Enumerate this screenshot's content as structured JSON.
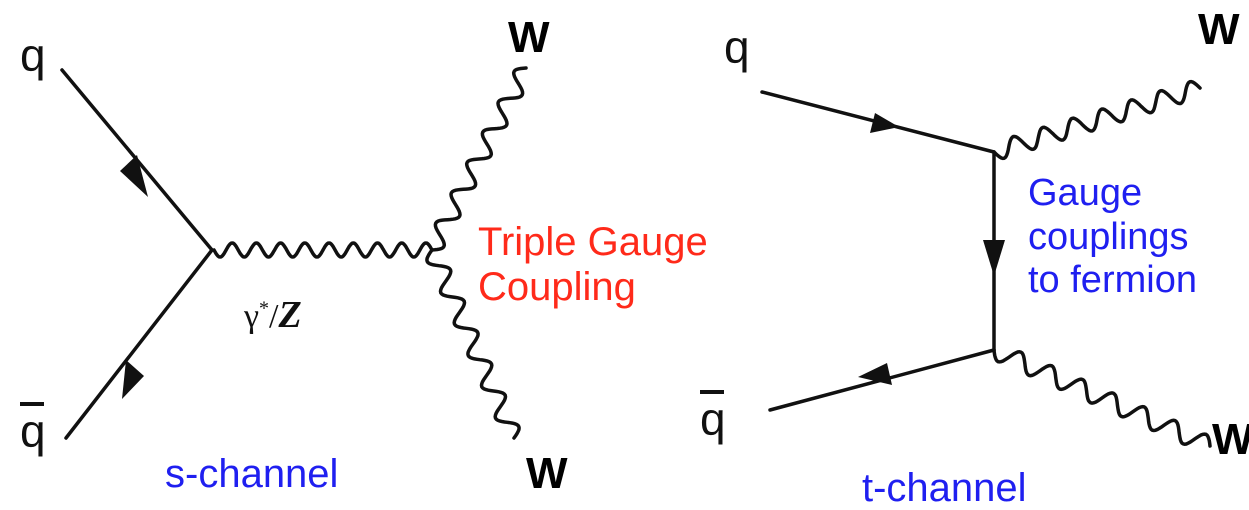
{
  "s_channel": {
    "quark_in": "q",
    "antiquark_in": "q",
    "boson_top_label": "W",
    "boson_bottom_label": "W",
    "propagator": {
      "gamma": "γ",
      "star": "*",
      "sep": "/",
      "z": "Z"
    },
    "coupling_label": [
      "Triple Gauge",
      "Coupling"
    ],
    "channel_label": "s-channel"
  },
  "t_channel": {
    "quark_in": "q",
    "antiquark_in": "q",
    "boson_top_label": "W",
    "boson_bottom_label": "W",
    "coupling_label": [
      "Gauge",
      "couplings",
      "to fermion"
    ],
    "channel_label": "t-channel"
  },
  "colors": {
    "line": "#111111",
    "coupling_red": "#ff2a1a",
    "channel_blue": "#1f1ff0"
  }
}
